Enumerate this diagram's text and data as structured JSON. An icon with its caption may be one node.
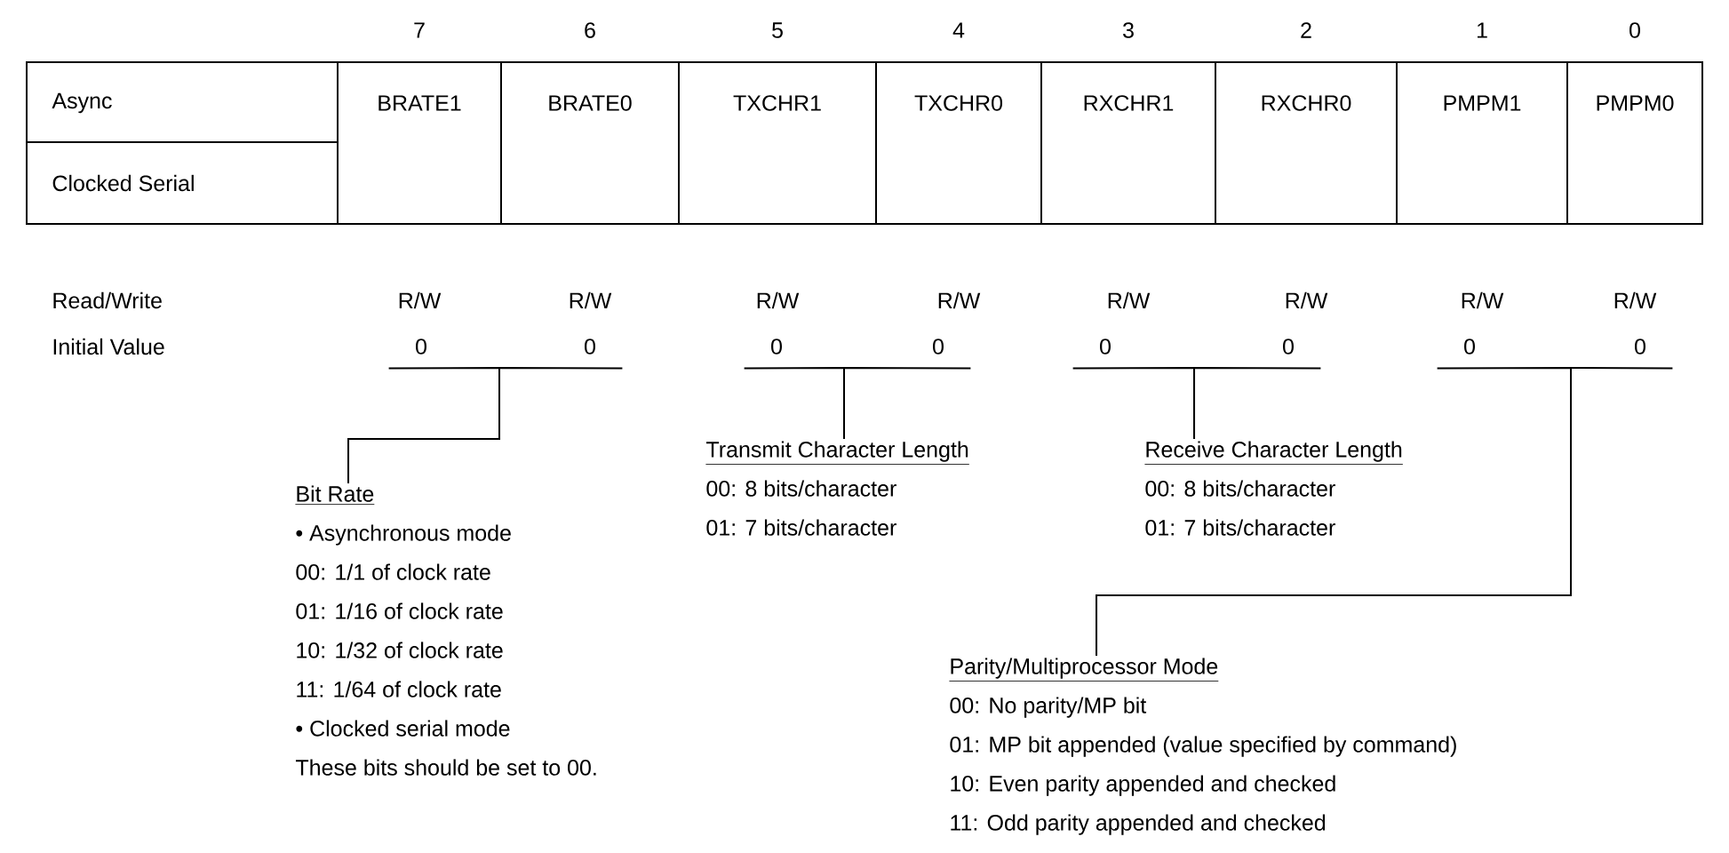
{
  "diagram": {
    "nodes": [
      {
        "text": [
          "0"
        ]
      },
      {
        "text": [
          "0"
        ]
      },
      {
        "text": [
          "0"
        ]
      },
      {
        "text": [
          "0"
        ]
      },
      {
        "text": [
          "0"
        ]
      },
      {
        "text": [
          "0"
        ]
      },
      {
        "text": [
          "0"
        ]
      },
      {
        "text": [
          "0"
        ]
      },
      {
        "text": [
          "Bit Rate",
          "• Asynchronous mode",
          "00: 1/1 of clock rate",
          "01: 1/16 of clock rate",
          "10: 1/32 of clock rate",
          "11: 1/64 of clock rate",
          "• Clocked serial mode",
          "These bits should be set to 00."
        ]
      },
      {
        "text": [
          "Transmit Character Length",
          "00: 8 bits/character",
          "01: 7 bits/character"
        ]
      },
      {
        "text": [
          "Receive Character Length",
          "00: 8 bits/character",
          "01: 7 bits/character"
        ]
      },
      {
        "text": [
          "Parity/Multiprocessor Mode",
          "00: No parity/MP bit",
          "01: MP bit appended (value specified by command)",
          "10: Even parity appended and checked",
          "11: Odd parity appended and checked"
        ]
      }
    ],
    "edges": [
      {
        "from": 0,
        "to": 8,
        "arrow": "none"
      },
      {
        "from": 1,
        "to": 8,
        "arrow": "none"
      },
      {
        "from": 2,
        "to": 9,
        "arrow": "none"
      },
      {
        "from": 3,
        "to": 9,
        "arrow": "none"
      },
      {
        "from": 4,
        "to": 10,
        "arrow": "none"
      },
      {
        "from": 5,
        "to": 10,
        "arrow": "none"
      },
      {
        "from": 6,
        "to": 11,
        "arrow": "none"
      },
      {
        "from": 7,
        "to": 11,
        "arrow": "none"
      }
    ],
    "labels": [
      "7",
      "6",
      "5",
      "4",
      "3",
      "2",
      "1",
      "0",
      "Async",
      "BRATE1",
      "BRATE0",
      "TXCHR1",
      "TXCHR0",
      "RXCHR1",
      "RXCHR0",
      "PMPM1",
      "PMPM0",
      "Clocked Serial",
      "Read/Write",
      "R/W",
      "R/W",
      "R/W",
      "R/W",
      "R/W",
      "R/W",
      "R/W",
      "R/W",
      "Initial Value"
    ]
  }
}
